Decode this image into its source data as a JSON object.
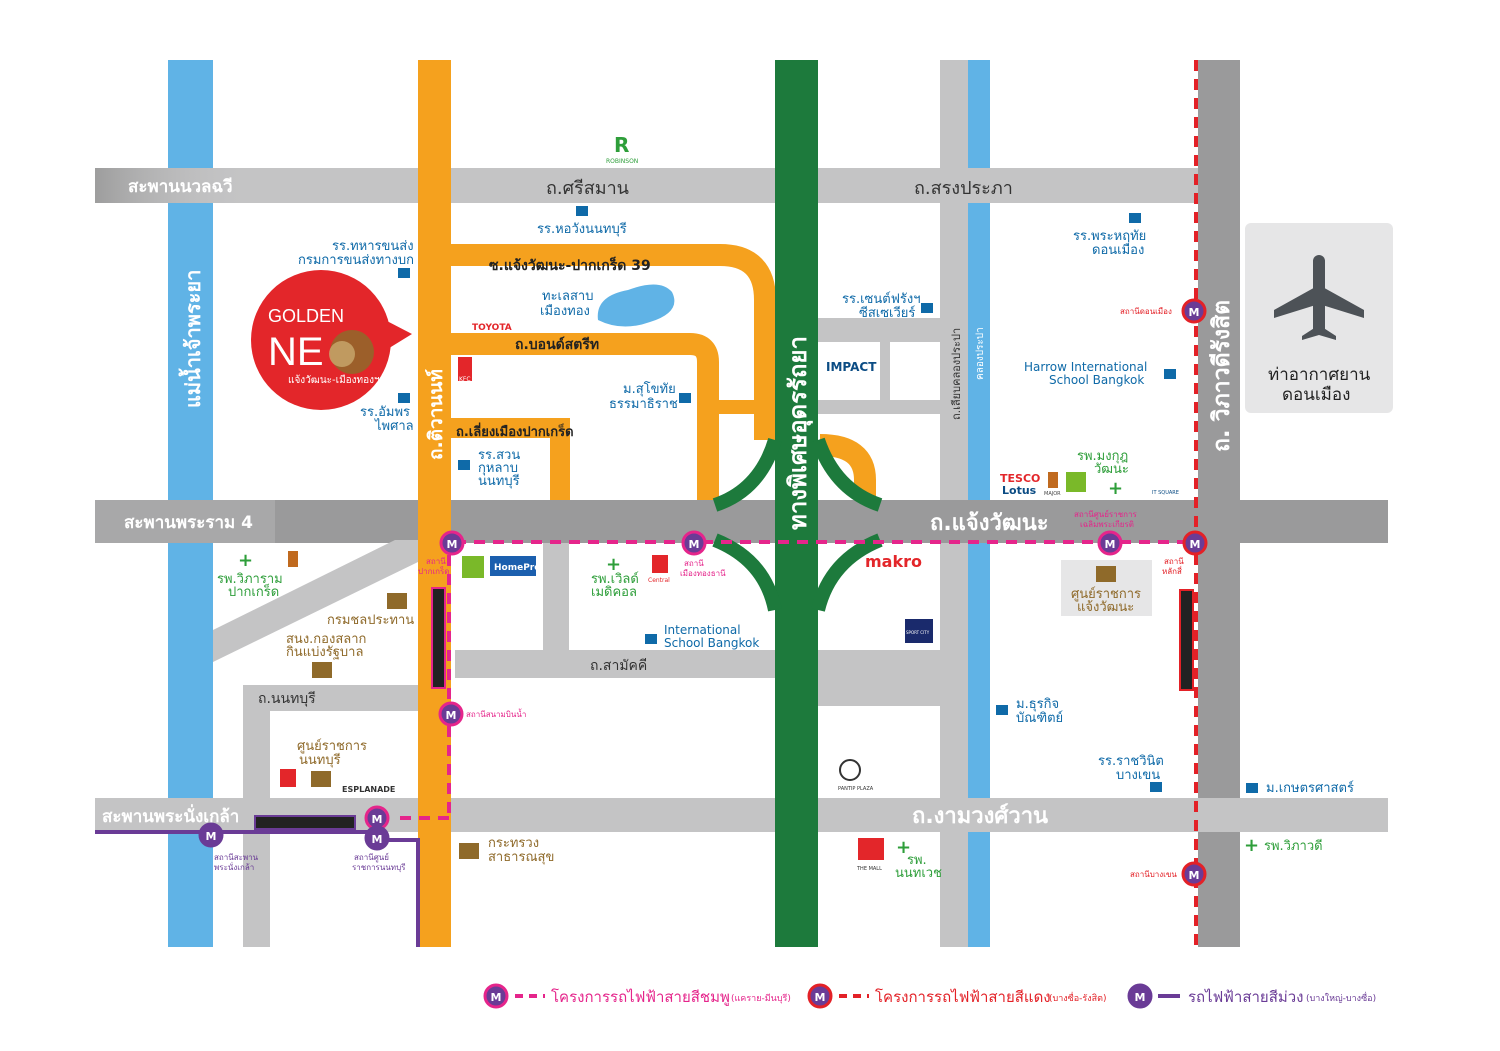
{
  "colors": {
    "gray_road": "#c4c4c5",
    "orange_road": "#f5a11e",
    "blue_river": "#60b3e6",
    "green_expressway": "#1d7a3c",
    "pink_line": "#e5258b",
    "red_line": "#e32127",
    "purple_line": "#6a3b96",
    "airport_box": "#e6e6e7",
    "golden_neo_red": "#e3262a"
  },
  "roads": {
    "bridge_nawalchawi": "สะพานนวลฉวี",
    "sri_saman": "ถ.ศรีสมาน",
    "song_prapa": "ถ.สรงประภา",
    "bridge_rama4": "สะพานพระราม 4",
    "chaengwattana": "ถ.แจ้งวัฒนะ",
    "bridge_phra_nang_klao": "สะพานพระนั่งเกล้า",
    "ngamwongwan": "ถ.งามวงศ์วาน",
    "tiwanon": "ถ.ติวานนท์",
    "expressway": "ทางพิเศษอุดรรัถยา",
    "vibhavadi": "ถ. วิภาวดีรังสิต",
    "chao_phraya": "แม่น้ำเจ้าพระยา",
    "soi_39": "ซ.แจ้งวัฒนะ-ปากเกร็ด 39",
    "bond_street": "ถ.บอนด์สตรีท",
    "pakkret_bypass": "ถ.เลี่ยงเมืองปากเกร็ด",
    "samakkhi": "ถ.สามัคคี",
    "nonthaburi": "ถ.นนทบุรี",
    "klong_prapa_road": "ถ.เลียบคลองประปา",
    "klong_prapa": "คลองประปา"
  },
  "golden_neo": {
    "title": "GOLDEN",
    "logo": "NE",
    "subtitle": "แจ้งวัฒนะ-เมืองทองฯ"
  },
  "places": {
    "robinson": "ROBINSON",
    "hor_wang": "รร.หอวังนนทบุรี",
    "army_school_1": "รร.ทหารขนส่ง",
    "army_school_2": "กรมการขนส่งทางบก",
    "toyota": "TOYOTA",
    "kfc": "KFC",
    "lake_1": "ทะเลสาบ",
    "lake_2": "เมืองทอง",
    "amporn_1": "รร.อัมพร",
    "amporn_2": "ไพศาล",
    "sukhothai_1": "ม.สุโขทัย",
    "sukhothai_2": "ธรรมาธิราช",
    "suan_kularb_1": "รร.สวน",
    "suan_kularb_2": "กุหลาบ",
    "suan_kularb_3": "นนทบุรี",
    "st_francis_1": "รร.เซนต์ฟรังฯ",
    "st_francis_2": "ซีสเซเวียร์",
    "impact": "IMPACT",
    "phra_harutai_1": "รร.พระหฤทัย",
    "phra_harutai_2": "ดอนเมือง",
    "harrow_1": "Harrow International",
    "harrow_2": "School Bangkok",
    "airport_1": "ท่าอากาศยาน",
    "airport_2": "ดอนเมือง",
    "mongkut_1": "รพ.มงกุฎ",
    "mongkut_2": "วัฒนะ",
    "tesco_1": "TESCO",
    "tesco_2": "Lotus",
    "major": "MAJOR",
    "it_square": "IT SQUARE",
    "vibharam_1": "รพ.วิภาราม",
    "vibharam_2": "ปากเกร็ด",
    "homepro": "HomePro",
    "world_medical_1": "รพ.เวิลด์",
    "world_medical_2": "เมดิคอล",
    "central": "Central",
    "makro": "makro",
    "gov_center_cw_1": "ศูนย์ราชการ",
    "gov_center_cw_2": "แจ้งวัฒนะ",
    "irrigation": "กรมชลประทาน",
    "lottery_1": "สนง.กองสลาก",
    "lottery_2": "กินแบ่งรัฐบาล",
    "isb_1": "International",
    "isb_2": "School Bangkok",
    "sport_city": "SPORT CITY",
    "bundit_1": "ม.ธุรกิจ",
    "bundit_2": "บัณฑิตย์",
    "gov_center_nb_1": "ศูนย์ราชการ",
    "gov_center_nb_2": "นนทบุรี",
    "esplanade": "ESPLANADE",
    "pantip": "PANTIP PLAZA",
    "ratchawinit_1": "รร.ราชวินิต",
    "ratchawinit_2": "บางเขน",
    "kasetsart": "ม.เกษตรศาสตร์",
    "vibhavadi_hosp": "รพ.วิภาวดี",
    "health_1": "กระทรวง",
    "health_2": "สาธารณสุข",
    "the_mall": "THE MALL",
    "nonthavej_1": "รพ.",
    "nonthavej_2": "นนทเวช"
  },
  "stations": {
    "pakkret_1": "สถานี",
    "pakkret_2": "ปากเกร็ด",
    "muangthong_1": "สถานี",
    "muangthong_2": "เมืองทองธานี",
    "gov_complex_1": "สถานีศูนย์ราชการ",
    "gov_complex_2": "เฉลิมพระเกียรติ",
    "laksi_1": "สถานี",
    "laksi_2": "หลักสี่",
    "don_mueang": "สถานีดอนเมือง",
    "sanam_bin_nam": "สถานีสนามบินน้ำ",
    "phra_nang_klao_1": "สถานีสะพาน",
    "phra_nang_klao_2": "พระนั่งเกล้า",
    "nonthaburi_civic_1": "สถานีศูนย์",
    "nonthaburi_civic_2": "ราชการนนทบุรี",
    "bang_khen": "สถานีบางเขน"
  },
  "legend": {
    "pink_main": "โครงการรถไฟฟ้าสายสีชมพู",
    "pink_note": "(แคราย-มีนบุรี)",
    "red_main": "โครงการรถไฟฟ้าสายสีแดง",
    "red_note": "(บางซื่อ-รังสิต)",
    "purple_main": "รถไฟฟ้าสายสีม่วง",
    "purple_note": "(บางใหญ่-บางซื่อ)",
    "m": "M"
  }
}
